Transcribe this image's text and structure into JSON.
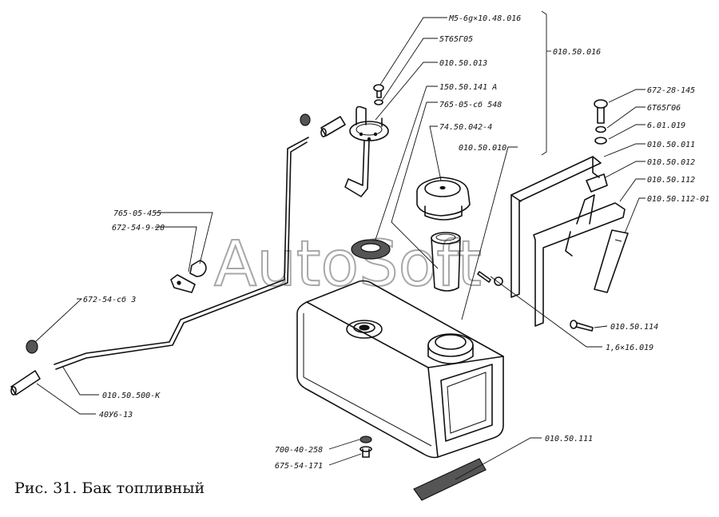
{
  "watermark": "AutoSoft",
  "caption": "Рис. 31. Бак топливный",
  "labels": {
    "m5": "М5-6g×10.48.016",
    "l5t65g05": "5Т65Г05",
    "l013": "010.50.013",
    "l016": "010.50.016",
    "l141a": "150.50.141 А",
    "l765_548": "765-05-сб 548",
    "l74042": "74.50.042-4",
    "l010010": "010.50.010",
    "l672_145": "672-28-145",
    "l6t65g06": "6Т65Г06",
    "l601019": "6.01.019",
    "l011": "010.50.011",
    "l012": "010.50.012",
    "l112": "010.50.112",
    "l112_01": "010.50.112-01",
    "l765_455": "765-05-455",
    "l672_28": "672-54-9-28",
    "l672_63": "672-54-сб 3",
    "l500k": "010.50.500-К",
    "l40u6": "40У6-13",
    "l114": "010.50.114",
    "l16019": "1,6×16.019",
    "l700": "700-40-258",
    "l675": "675-54-171",
    "l111": "010.50.111"
  }
}
